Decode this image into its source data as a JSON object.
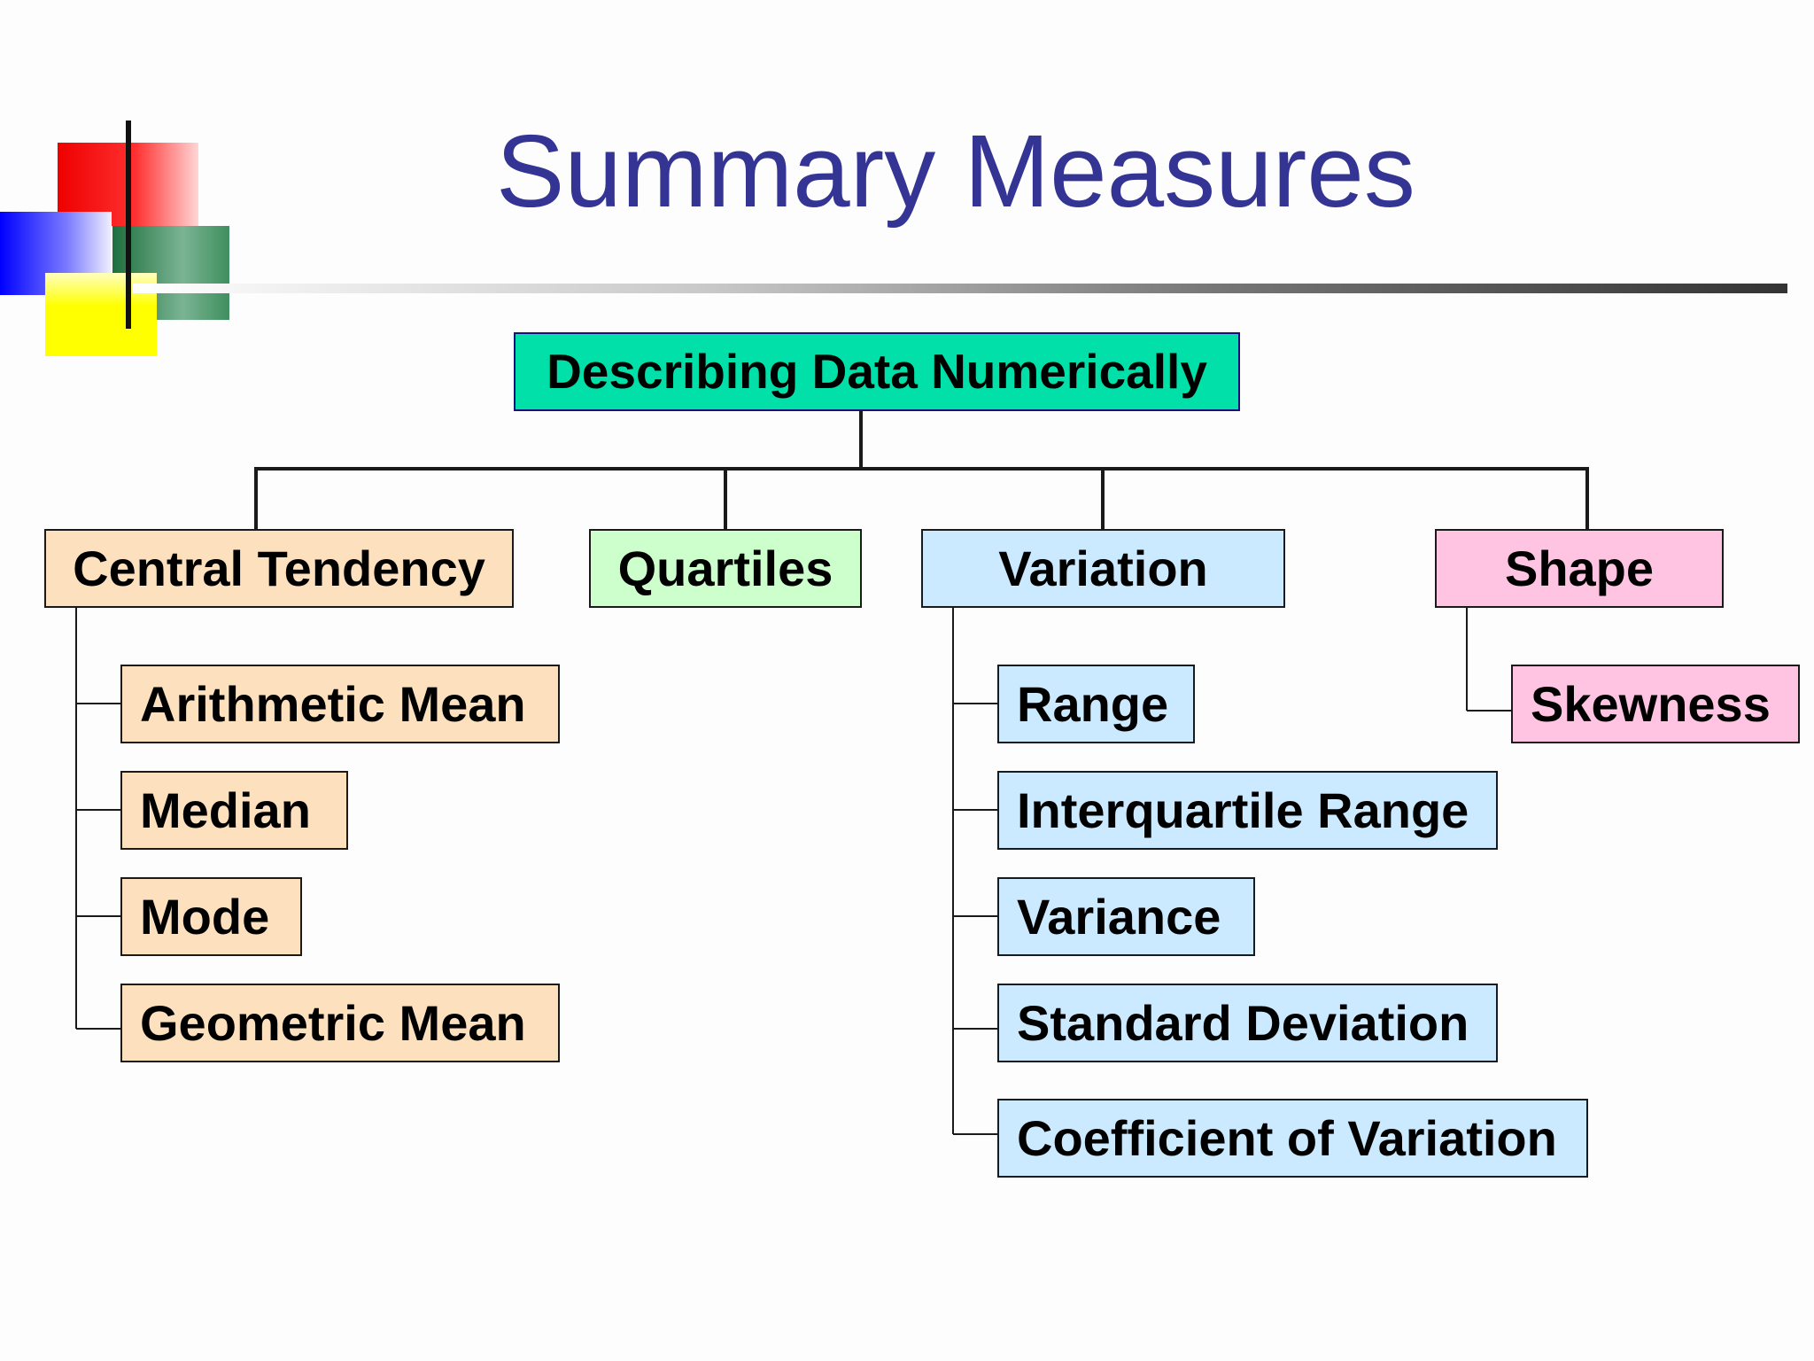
{
  "title": "Summary Measures",
  "diagram": {
    "root": {
      "label": "Describing Data Numerically",
      "color": "#00e0a8"
    },
    "categories": [
      {
        "label": "Central Tendency",
        "color": "#fde0bd",
        "children": [
          "Arithmetic Mean",
          "Median",
          "Mode",
          "Geometric Mean"
        ]
      },
      {
        "label": "Quartiles",
        "color": "#ccffcc",
        "children": []
      },
      {
        "label": "Variation",
        "color": "#cceaff",
        "children": [
          "Range",
          "Interquartile Range",
          "Variance",
          "Standard Deviation",
          "Coefficient of Variation"
        ]
      },
      {
        "label": "Shape",
        "color": "#ffc4e1",
        "children": [
          "Skewness"
        ]
      }
    ]
  },
  "colors": {
    "title": "#343494",
    "line": "#1a1a1a"
  }
}
